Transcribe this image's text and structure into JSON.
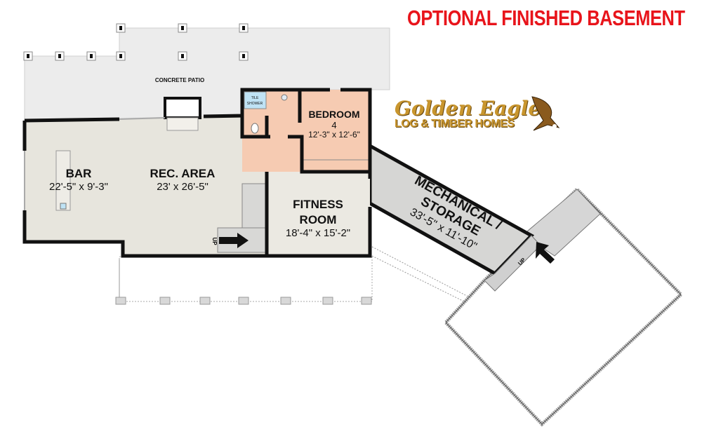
{
  "title": "OPTIONAL FINISHED BASEMENT",
  "logo": {
    "line1": "Golden Eagle",
    "line2": "LOG & TIMBER HOMES"
  },
  "rooms": {
    "patio": {
      "name": "CONCRETE PATIO"
    },
    "bar": {
      "name": "BAR",
      "size": "22'-5\" x 9'-3\""
    },
    "rec": {
      "name": "REC. AREA",
      "size": "23' x 26'-5\""
    },
    "bedroom": {
      "name": "BEDROOM",
      "number": "4",
      "size": "12'-3\" x 12'-6\""
    },
    "shower": {
      "line1": "TILE",
      "line2": "SHOWER"
    },
    "fitness": {
      "line1": "FITNESS",
      "line2": "ROOM",
      "size": "18'-4\" x 15'-2\""
    },
    "mechanical": {
      "line1": "MECHANICAL /",
      "line2": "STORAGE",
      "size": "33'-5\" x 11'-10\""
    }
  },
  "stairs": {
    "up_label": "UP"
  },
  "colors": {
    "title": "#e8141b",
    "floor": "#e7e5dd",
    "bedroom": "#f6cbb2",
    "patio": "#ececec",
    "wall": "#111111",
    "logo": "#c9962e"
  }
}
